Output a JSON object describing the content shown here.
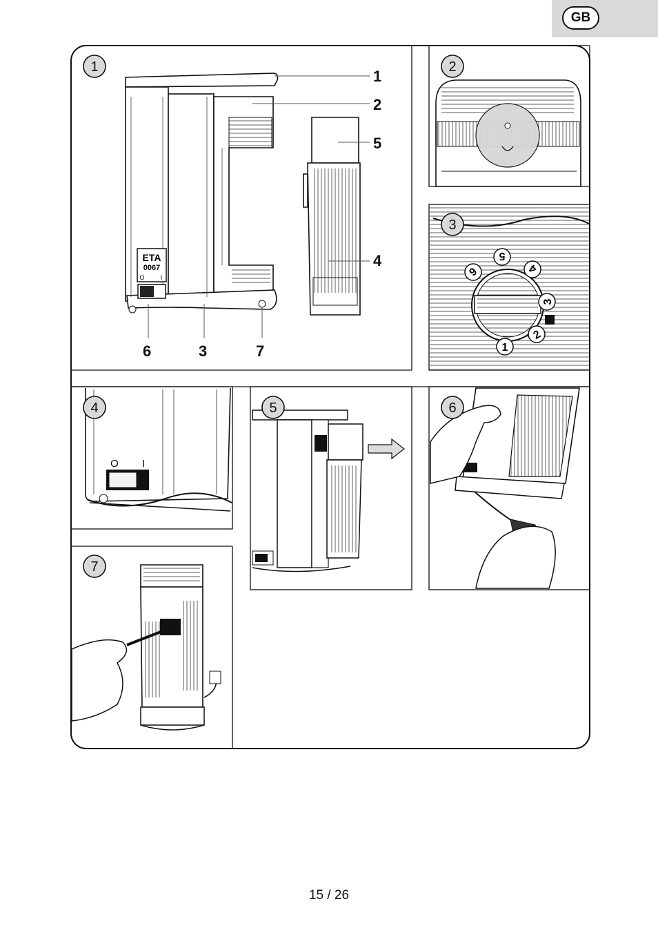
{
  "language_badge": "GB",
  "brand_label": {
    "line1": "ETA",
    "line2": "0067",
    "switch_off": "O",
    "switch_on": "I"
  },
  "figures": [
    {
      "number": "1"
    },
    {
      "number": "2"
    },
    {
      "number": "3"
    },
    {
      "number": "4"
    },
    {
      "number": "5"
    },
    {
      "number": "6"
    },
    {
      "number": "7"
    }
  ],
  "part_callouts": [
    "1",
    "2",
    "5",
    "4",
    "6",
    "3",
    "7"
  ],
  "dial_settings": [
    "1",
    "2",
    "3",
    "4",
    "5",
    "6"
  ],
  "switch_labels": {
    "off": "O",
    "on": "I"
  },
  "page_number": "15 / 26"
}
